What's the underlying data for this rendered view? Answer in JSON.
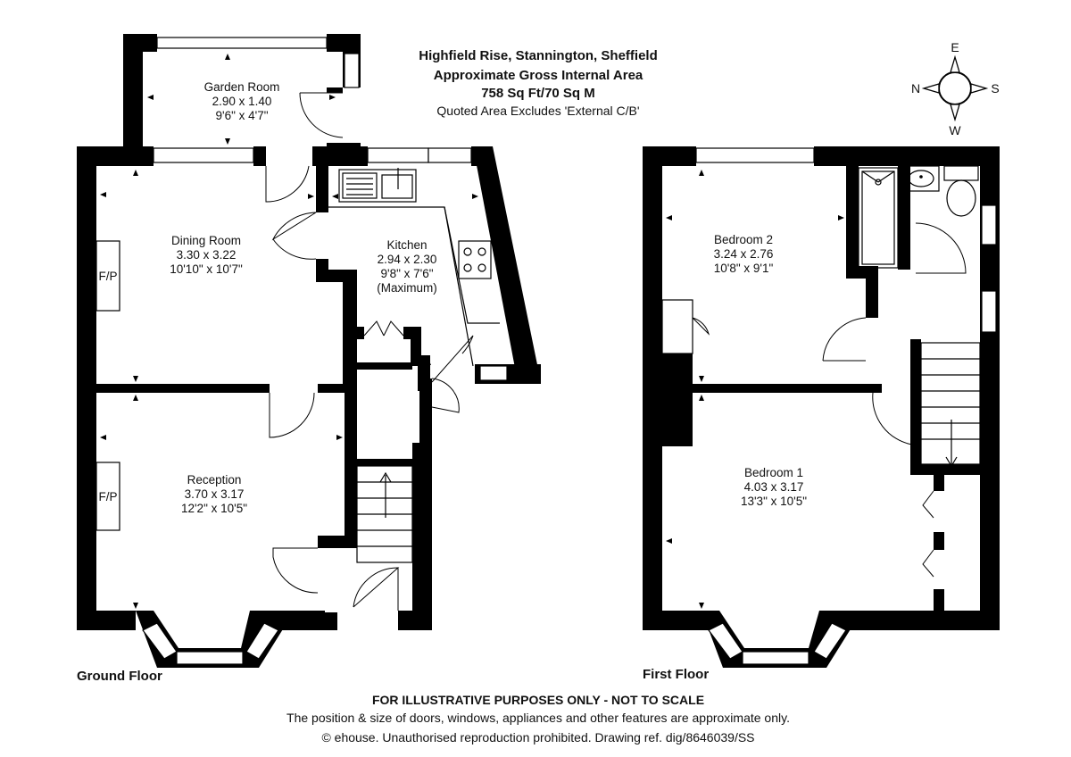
{
  "header": {
    "line1": "Highfield Rise, Stannington, Sheffield",
    "line2": "Approximate Gross Internal Area",
    "line3": "758 Sq Ft/70 Sq M",
    "line4": "Quoted Area Excludes 'External C/B'"
  },
  "compass": {
    "n": "N",
    "e": "E",
    "s": "S",
    "w": "W"
  },
  "ground_floor": {
    "label": "Ground Floor",
    "rooms": {
      "garden_room": {
        "name": "Garden Room",
        "metric": "2.90 x 1.40",
        "imperial": "9'6\" x 4'7\""
      },
      "dining_room": {
        "name": "Dining Room",
        "metric": "3.30 x 3.22",
        "imperial": "10'10\" x 10'7\""
      },
      "kitchen": {
        "name": "Kitchen",
        "metric": "2.94 x 2.30",
        "imperial": "9'8\" x 7'6\"",
        "note": "(Maximum)"
      },
      "reception": {
        "name": "Reception",
        "metric": "3.70 x 3.17",
        "imperial": "12'2\" x 10'5\""
      }
    },
    "fireplace_dining": "F/P",
    "fireplace_reception": "F/P"
  },
  "first_floor": {
    "label": "First Floor",
    "rooms": {
      "bedroom_2": {
        "name": "Bedroom 2",
        "metric": "3.24 x 2.76",
        "imperial": "10'8\" x 9'1\""
      },
      "bedroom_1": {
        "name": "Bedroom 1",
        "metric": "4.03 x 3.17",
        "imperial": "13'3\" x 10'5\""
      }
    }
  },
  "footer": {
    "line1": "FOR ILLUSTRATIVE PURPOSES ONLY - NOT TO SCALE",
    "line2": "The position & size of doors, windows, appliances and other features are approximate only.",
    "line3": "© ehouse. Unauthorised reproduction prohibited. Drawing ref. dig/8646039/SS"
  }
}
